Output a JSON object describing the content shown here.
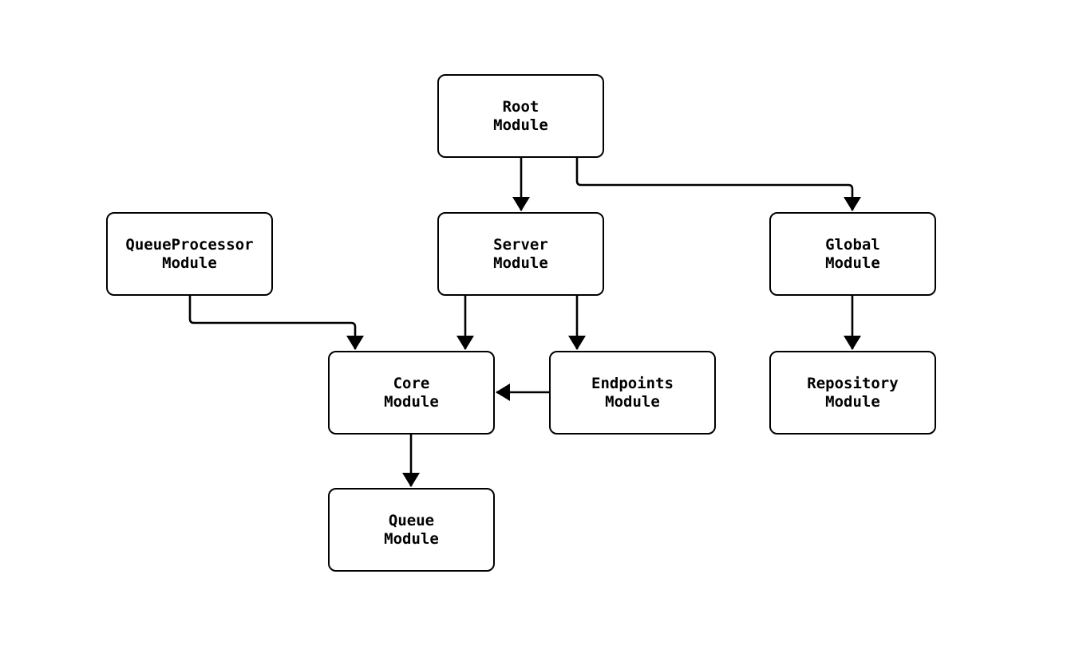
{
  "diagram": {
    "type": "flowchart",
    "background": "#ffffff",
    "stroke_color": "#000000",
    "node_fill": "#ffffff",
    "text_color": "#000000",
    "nodes": [
      {
        "id": "root",
        "label": "Root\nModule"
      },
      {
        "id": "server",
        "label": "Server\nModule"
      },
      {
        "id": "global",
        "label": "Global\nModule"
      },
      {
        "id": "queueprocessor",
        "label": "QueueProcessor\nModule"
      },
      {
        "id": "core",
        "label": "Core\nModule"
      },
      {
        "id": "endpoints",
        "label": "Endpoints\nModule"
      },
      {
        "id": "repository",
        "label": "Repository\nModule"
      },
      {
        "id": "queue",
        "label": "Queue\nModule"
      }
    ],
    "edges": [
      {
        "from": "root",
        "to": "server"
      },
      {
        "from": "root",
        "to": "global"
      },
      {
        "from": "queueprocessor",
        "to": "core"
      },
      {
        "from": "server",
        "to": "core"
      },
      {
        "from": "server",
        "to": "endpoints"
      },
      {
        "from": "endpoints",
        "to": "core"
      },
      {
        "from": "global",
        "to": "repository"
      },
      {
        "from": "core",
        "to": "queue"
      }
    ]
  }
}
